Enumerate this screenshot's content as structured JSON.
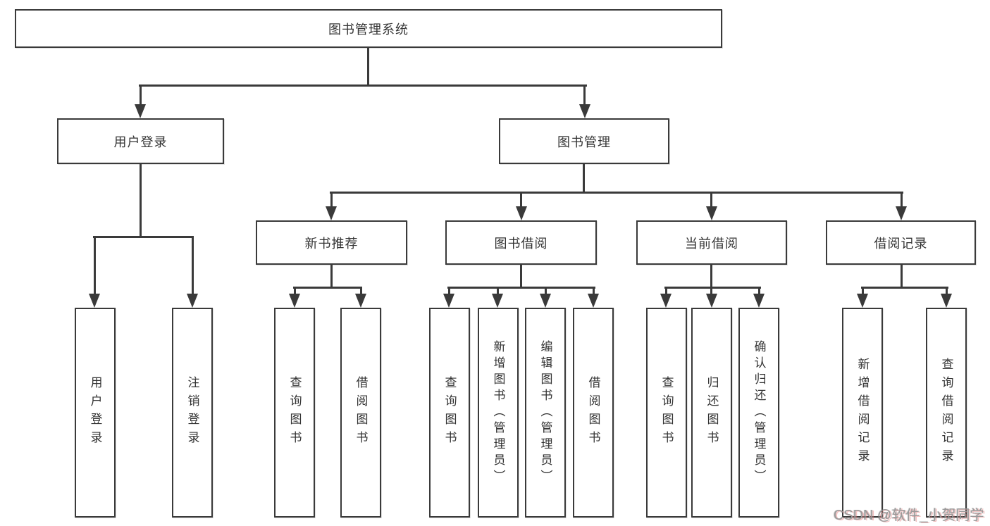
{
  "diagram_title": "图书管理系统",
  "tree": {
    "root": {
      "label": "图书管理系统"
    },
    "level2": [
      {
        "label": "用户登录"
      },
      {
        "label": "图书管理"
      }
    ],
    "level3": [
      {
        "label": "新书推荐",
        "parent": "图书管理"
      },
      {
        "label": "图书借阅",
        "parent": "图书管理"
      },
      {
        "label": "当前借阅",
        "parent": "图书管理"
      },
      {
        "label": "借阅记录",
        "parent": "图书管理"
      }
    ],
    "leaves": [
      {
        "label": "用户登录",
        "parent": "用户登录"
      },
      {
        "label": "注销登录",
        "parent": "用户登录"
      },
      {
        "label": "查询图书",
        "parent": "新书推荐"
      },
      {
        "label": "借阅图书",
        "parent": "新书推荐"
      },
      {
        "label": "查询图书",
        "parent": "图书借阅"
      },
      {
        "label": "新增图书（管理员）",
        "parent": "图书借阅"
      },
      {
        "label": "编辑图书（管理员）",
        "parent": "图书借阅"
      },
      {
        "label": "借阅图书",
        "parent": "图书借阅"
      },
      {
        "label": "查询图书",
        "parent": "当前借阅"
      },
      {
        "label": "归还图书",
        "parent": "当前借阅"
      },
      {
        "label": "确认归还（管理员）",
        "parent": "当前借阅"
      },
      {
        "label": "新增借阅记录",
        "parent": "借阅记录"
      },
      {
        "label": "查询借阅记录",
        "parent": "借阅记录"
      }
    ]
  },
  "watermark": {
    "text": "CSDN @软件_小贺同学"
  },
  "colors": {
    "line": "#3a3a3a",
    "text": "#333333",
    "background": "#ffffff",
    "watermark_gray": "#9a9a9a",
    "watermark_shadow_pink": "#e27878"
  }
}
